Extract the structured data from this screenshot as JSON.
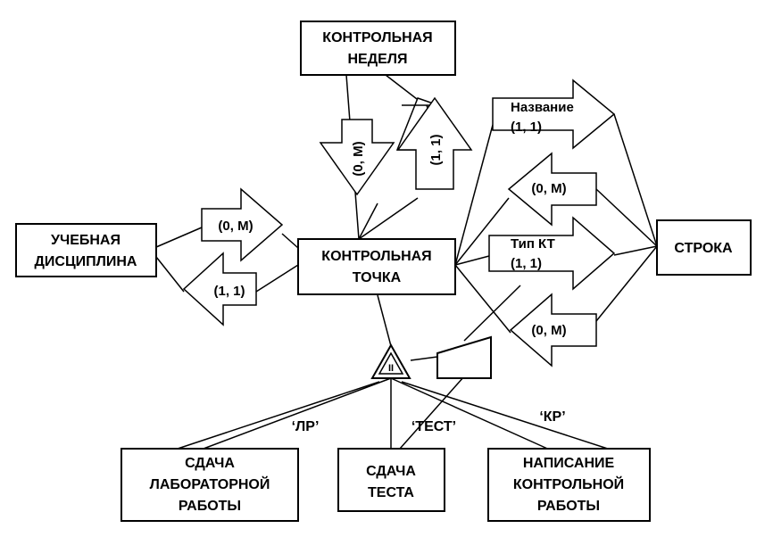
{
  "entities": {
    "control_week": [
      "КОНТРОЛЬНАЯ",
      "НЕДЕЛЯ"
    ],
    "discipline": [
      "УЧЕБНАЯ",
      "ДИСЦИПЛИНА"
    ],
    "control_point": [
      "КОНТРОЛЬНАЯ",
      "ТОЧКА"
    ],
    "string": [
      "СТРОКА"
    ],
    "lab_work": [
      "СДАЧА",
      "ЛАБОРАТОРНОЙ",
      "РАБОТЫ"
    ],
    "test": [
      "СДАЧА",
      "ТЕСТА"
    ],
    "control_work": [
      "НАПИСАНИЕ",
      "КОНТРОЛЬНОЙ",
      "РАБОТЫ"
    ]
  },
  "cardinalities": {
    "week_down": "(0, M)",
    "week_up": "(1, 1)",
    "discipline_right": "(0, M)",
    "discipline_left": "(1, 1)",
    "name_label": "Название",
    "name_card": "(1, 1)",
    "string_upper": "(0, M)",
    "type_label": "Тип КТ",
    "type_card": "(1, 1)",
    "string_lower": "(0, M)"
  },
  "categorization": {
    "symbol": "II",
    "lab_discriminator": "‘ЛР’",
    "test_discriminator": "‘ТЕСТ’",
    "control_discriminator": "‘КР’"
  }
}
